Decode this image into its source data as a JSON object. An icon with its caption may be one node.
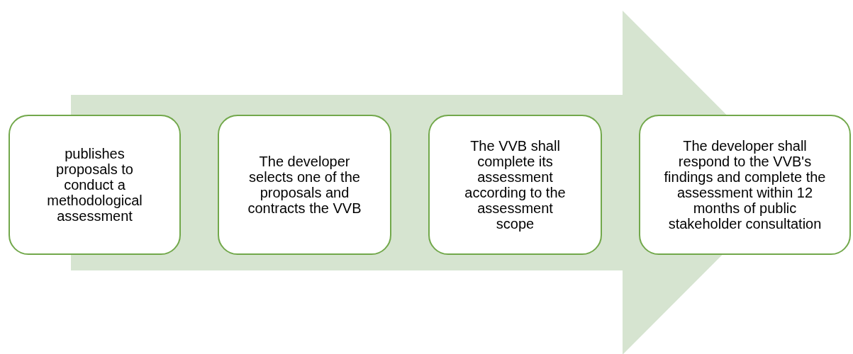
{
  "diagram": {
    "nodes": [
      {
        "text": [
          "publishes proposals to conduct a methodological assessment"
        ]
      },
      {
        "text": [
          "The developer selects one of the proposals and contracts the VVB"
        ]
      },
      {
        "text": [
          "The VVB shall complete its assessment according to the assessment scope"
        ]
      },
      {
        "text": [
          "The developer shall respond to the VVB's findings and complete the assessment within 12 months of public stakeholder consultation"
        ]
      }
    ],
    "edges": [
      {
        "from": 0,
        "to": 3,
        "arrow": "to",
        "style": "thick"
      }
    ]
  }
}
